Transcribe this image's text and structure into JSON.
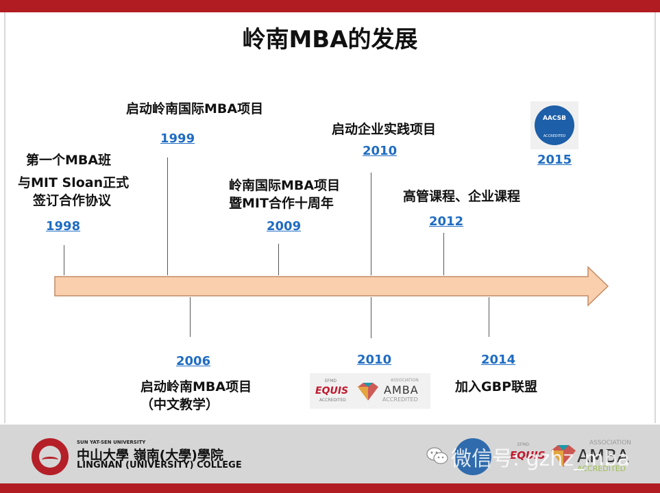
{
  "title": "岭南MBA的发展",
  "events_top": [
    {
      "year": "1998",
      "lines": [
        "第一个MBA班",
        "与MIT Sloan正式",
        "签订合作协议"
      ]
    },
    {
      "year": "1999",
      "lines": [
        "启动岭南国际MBA项目"
      ]
    },
    {
      "year": "2009",
      "lines": [
        "岭南国际MBA项目",
        "暨MIT合作十周年"
      ]
    },
    {
      "year": "2010",
      "lines": [
        "启动企业实践项目"
      ]
    },
    {
      "year": "2012",
      "lines": [
        "高管课程、企业课程"
      ]
    },
    {
      "year": "2015",
      "lines": []
    }
  ],
  "events_bottom": [
    {
      "year": "2006",
      "lines": [
        "启动岭南MBA项目",
        "（中文教学）"
      ]
    },
    {
      "year": "2010",
      "lines": []
    },
    {
      "year": "2014",
      "lines": [
        "加入GBP联盟"
      ]
    }
  ],
  "badges": {
    "aacsb": {
      "name": "AACSB",
      "sub": "ACCREDITED"
    },
    "equis": {
      "top": "EFMD",
      "name": "EQUIS",
      "sub": "ACCREDITED"
    },
    "amba": {
      "top": "ASSOCIATION",
      "name": "AMBA",
      "sub": "ACCREDITED"
    }
  },
  "footer": {
    "college_small": "SUN YAT-SEN UNIVERSITY",
    "college_cn": "中山大學 嶺南(大學)學院",
    "college_en": "LINGNAN (UNIVERSITY) COLLEGE",
    "equis_top": "EFMD",
    "equis": "EQUIS",
    "amba_top": "ASSOCIATION",
    "amba": "AMBA",
    "amba_sub": "ACCREDITED",
    "watermark": "微信号: gzhz_mba"
  },
  "colors": {
    "accent_red": "#b01c22",
    "year_blue": "#1f6cc2",
    "arrow_fill": "#f9cfae",
    "arrow_stroke": "#c48a63"
  }
}
